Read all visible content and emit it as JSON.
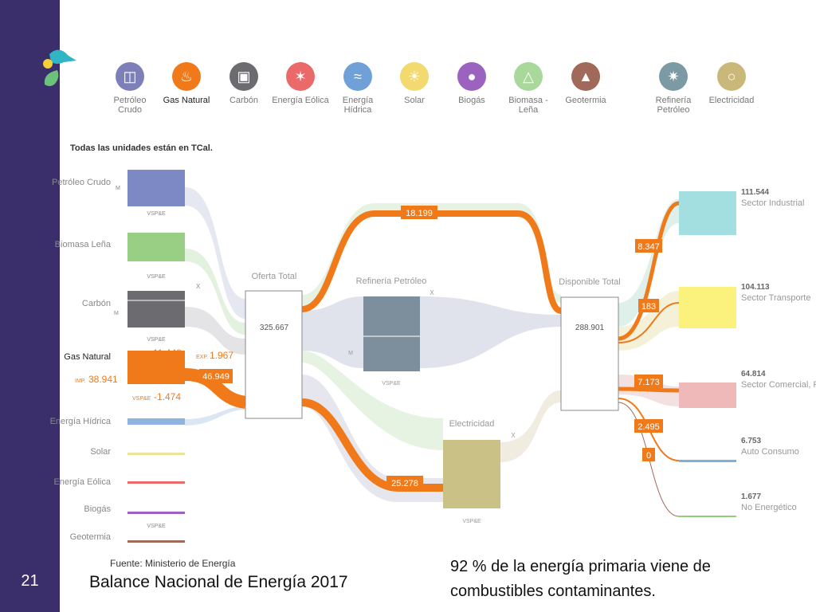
{
  "slide": {
    "page_number": "21",
    "title": "Balance Nacional de Energía 2017",
    "note": "92 % de la energía primaria viene de combustibles contaminantes.",
    "source": "Fuente: Ministerio de Energía",
    "units": "Todas las unidades están en TCal."
  },
  "legend": [
    {
      "label": "Petróleo Crudo",
      "icon": "oil-barrel-icon",
      "color": "#7d80b8"
    },
    {
      "label": "Gas Natural",
      "icon": "flame-icon",
      "color": "#f07a1a",
      "active": true
    },
    {
      "label": "Carbón",
      "icon": "mine-cart-icon",
      "color": "#6b6b70"
    },
    {
      "label": "Energía Eólica",
      "icon": "wind-turbine-icon",
      "color": "#ea6a6a"
    },
    {
      "label": "Energía Hídrica",
      "icon": "water-waves-icon",
      "color": "#6fa0d8"
    },
    {
      "label": "Solar",
      "icon": "sun-icon",
      "color": "#f2d970"
    },
    {
      "label": "Biogás",
      "icon": "biogas-icon",
      "color": "#9b62c0"
    },
    {
      "label": "Biomasa - Leña",
      "icon": "biomass-icon",
      "color": "#a8d89a"
    },
    {
      "label": "Geotermia",
      "icon": "geothermal-icon",
      "color": "#a0695a"
    },
    {
      "label": "Refinería Petróleo",
      "icon": "refinery-icon",
      "color": "#7b9aa4"
    },
    {
      "label": "Electricidad",
      "icon": "lightbulb-icon",
      "color": "#c9b87a"
    }
  ],
  "sources": [
    {
      "label": "Petróleo Crudo",
      "tag": "M",
      "vsp": "VSP&E"
    },
    {
      "label": "Biomasa Leña",
      "vsp": "VSP&E"
    },
    {
      "label": "Carbón",
      "tag": "M",
      "vsp": "VSP&E",
      "x": "X"
    },
    {
      "label": "Gas Natural",
      "prod_label": "PROD.",
      "prod": "11.448",
      "exp_label": "EXP.",
      "exp": "1.967",
      "imp_label": "IMP.",
      "imp": "38.941",
      "vsp_label": "VSP&E",
      "vsp_value": "-1.474",
      "flow": "46.949"
    },
    {
      "label": "Energía Hídrica"
    },
    {
      "label": "Solar"
    },
    {
      "label": "Energía Eólica"
    },
    {
      "label": "Biogás",
      "vsp": "VSP&E"
    },
    {
      "label": "Geotermia"
    }
  ],
  "nodes": {
    "oferta": {
      "label": "Oferta Total",
      "value": "325.667"
    },
    "refineria": {
      "label": "Refinería Petróleo",
      "tag": "M",
      "x": "X",
      "vsp": "VSP&E"
    },
    "electricidad": {
      "label": "Electricidad",
      "x": "X",
      "vsp": "VSP&E"
    },
    "disponible": {
      "label": "Disponible Total",
      "value": "288.901"
    }
  },
  "gas_flows": {
    "to_disponible": "18.199",
    "to_electricidad": "25.278"
  },
  "sectors": [
    {
      "value": "111.544",
      "label": "Sector Industrial",
      "color": "#a3dfe0",
      "gas": "8.347"
    },
    {
      "value": "104.113",
      "label": "Sector Transporte",
      "color": "#fbf17d",
      "gas": "183"
    },
    {
      "value": "64.814",
      "label": "Sector Comercial, Público y Residencial",
      "color": "#f0b9b9",
      "gas": "7.173"
    },
    {
      "value": "6.753",
      "label": "Auto Consumo",
      "color": "#7fb0d8",
      "gas": "2.495"
    },
    {
      "value": "1.677",
      "label": "No Energético",
      "color": "#8fd07a",
      "gas": "0"
    }
  ]
}
